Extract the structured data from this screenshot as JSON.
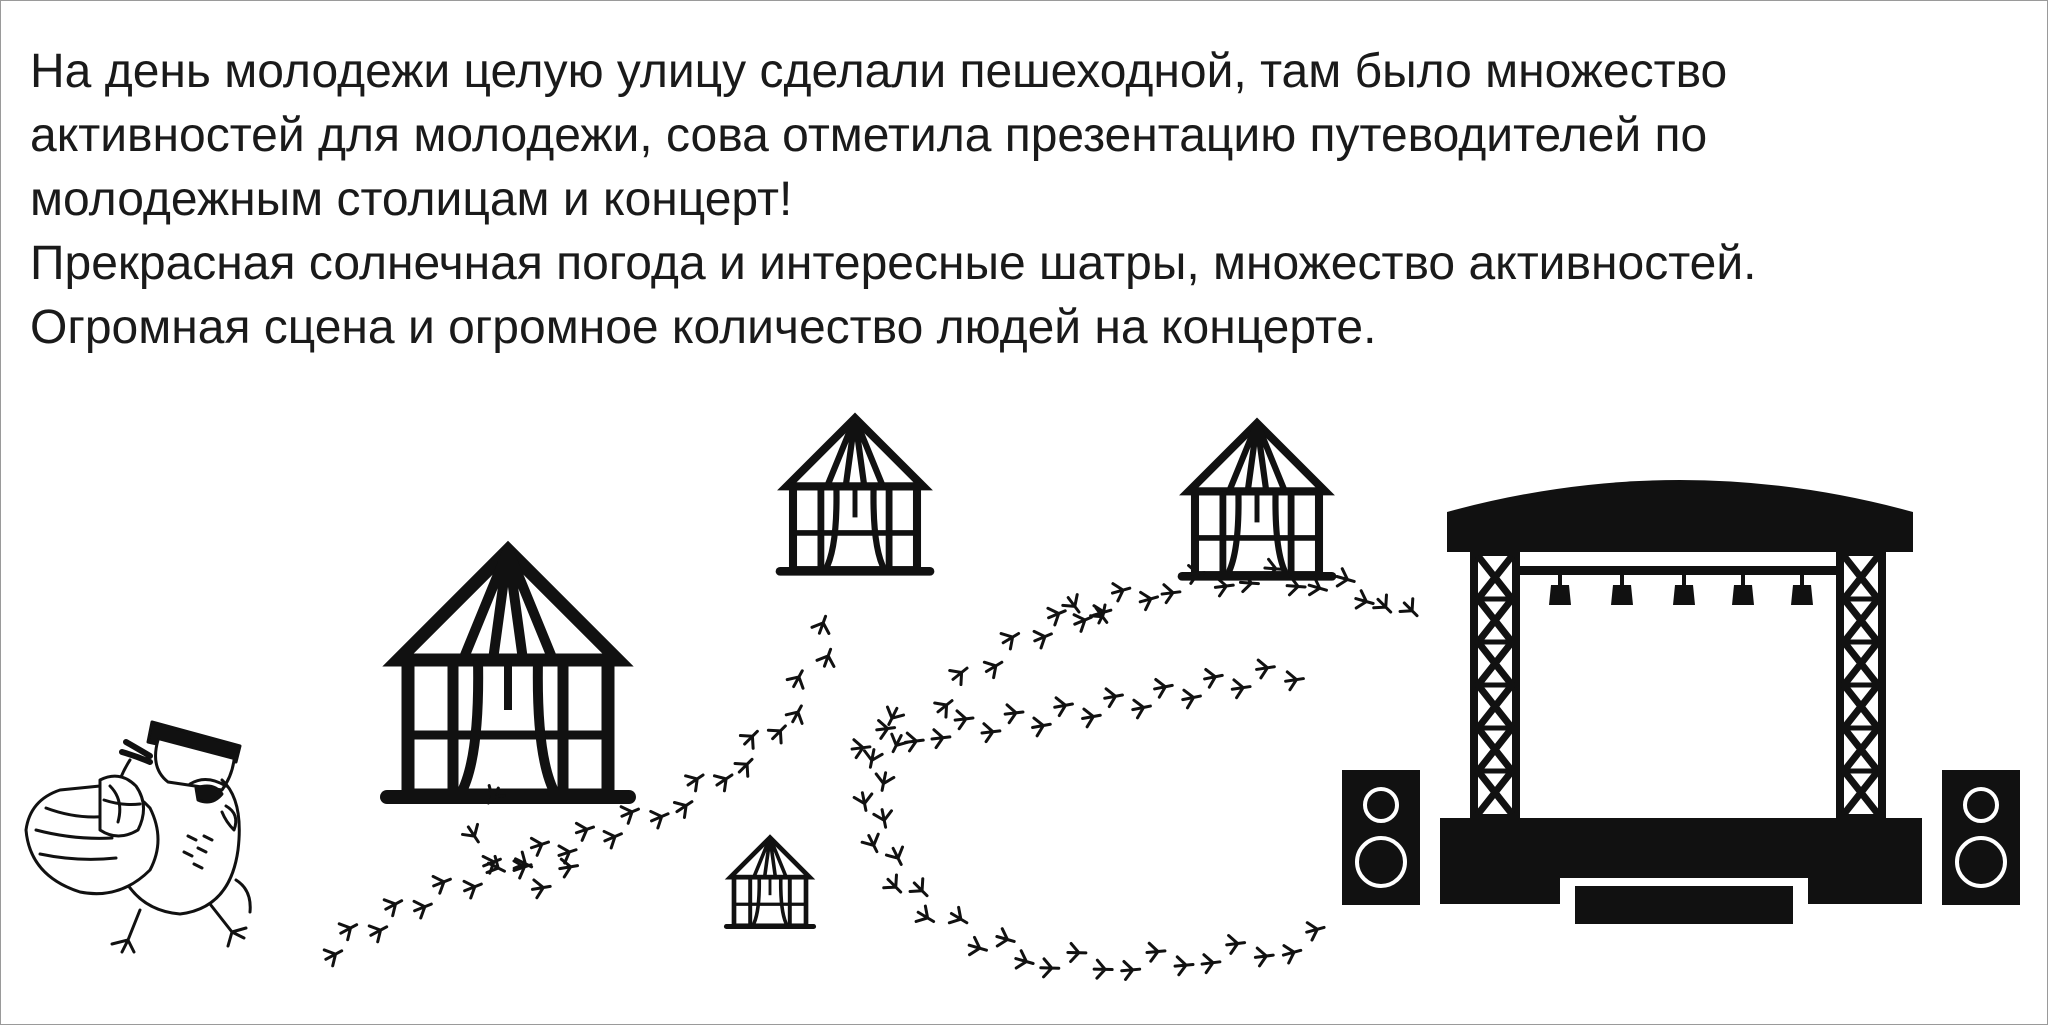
{
  "text_lines": [
    "На день молодежи целую улицу сделали пешеходной, там было множество",
    "активностей для молодежи, сова отметила презентацию путеводителей по",
    "молодежным столицам и концерт!",
    "Прекрасная солнечная погода и интересные шатры, множество активностей.",
    "Огромная сцена и огромное количество людей на концерте."
  ],
  "colors": {
    "ink": "#111111",
    "background": "#ffffff",
    "border": "#9a9a9a"
  },
  "icons": [
    "owl-icon",
    "tent-icon",
    "stage-icon",
    "speaker-icon",
    "bird-footprint-icon"
  ]
}
